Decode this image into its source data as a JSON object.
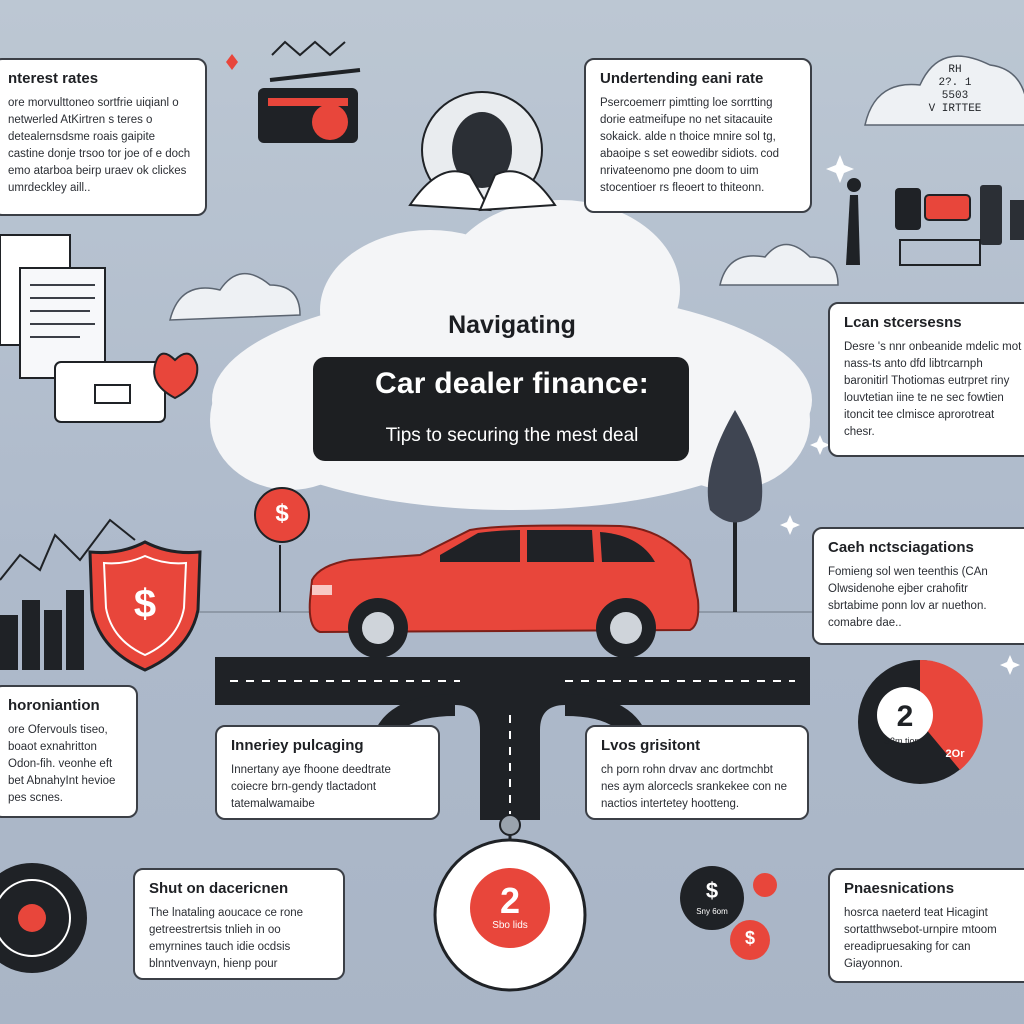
{
  "header": {
    "kicker": "Navigating",
    "title": "Car dealer finance:",
    "subtitle": "Tips to securing the mest deal"
  },
  "cards": {
    "interest": {
      "title": "nterest rates",
      "body": "ore morvulttoneo sortfrie uiqianl o netwerled AtKirtren s teres o detealernsdsme roais gaipite castine donje trsoo tor joe of e doch emo atarboa beirp uraev ok clickes umrdeckley aill.."
    },
    "understanding": {
      "title": "Undertending eani rate",
      "body": "Psercoemerr pimtting loe sorrtting dorie eatmeifupe no net sitacauite sokaick. alde n thoice mnire sol tg, abaoipe s set eowedibr sidiots. cod nrivateenomo pne doom to uim stocentioer rs fleoert to thiteonn."
    },
    "loan": {
      "title": "Lcan stcersesns",
      "body": "Desre 's nnr onbeanide mdelic mot nass-ts anto dfd libtrcarnph baronitirl Thotiomas eutrpret riny louvtetian iine te ne sec fowtien itoncit tee clmisce aprorotreat chesr."
    },
    "cash": {
      "title": "Caeh nctsciagations",
      "body": "Fomieng sol wen teenthis (CAn Olwsidenohe ejber crahofitr sbrtabime ponn lov ar nuethon. comabre dae.."
    },
    "horon": {
      "title": "horoniantion",
      "body": "ore Ofervouls tiseo, boaot exnahritton Odon-fih. veonhe eft bet AbnahyInt hevioe pes scnes."
    },
    "pricing": {
      "title": "Inneriey pulcaging",
      "body": "Innertany aye fhoone deedtrate coiecre brn-gendy tlactadont tatemalwamaibe"
    },
    "lvos": {
      "title": "Lvos grisitont",
      "body": "ch porn rohn drvav anc dortmchbt nes aym alorcecls srankekee con ne nactios intertetey hootteng."
    },
    "shut": {
      "title": "Shut on dacericnen",
      "body": "The lnataling aoucace ce rone getreestrertsis tnlieh in oo emyrnines tauch idie ocdsis blnntvenvayn, hienp pour"
    },
    "pnaes": {
      "title": "Pnaesnications",
      "body": "hosrca naeterd teat Hicagint sortatthwsebot-urnpire mtoom ereadipruesaking for can Giayonnon."
    }
  },
  "graphics": {
    "right_cloud_text": [
      "RH",
      "2?.  1",
      "5503",
      "V IRTTEE"
    ],
    "badge_center_number": "2",
    "badge_center_label": "Sbo lids",
    "badge_right_number": "2",
    "badge_right_label": "S2m tion.",
    "badge_right_sub": "2Or",
    "coin_label": "Sny 6om",
    "dollar": "$"
  },
  "colors": {
    "accent_red": "#e8463b",
    "dark": "#1d1f22",
    "bg": "#b7c2cf",
    "card_border": "#3b3f46"
  }
}
